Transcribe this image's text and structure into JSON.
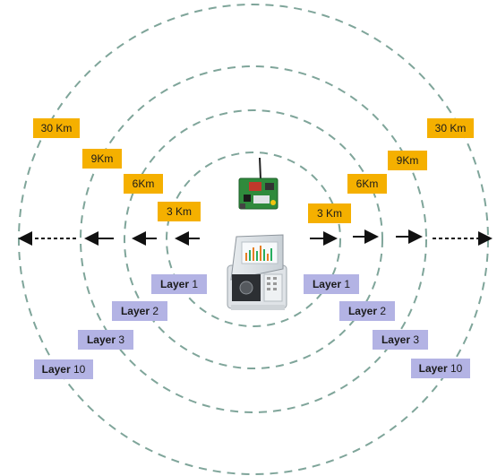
{
  "colors": {
    "ring": "#7fa59a",
    "distance_tag": "#f5b000",
    "layer_tag": "#b3b3e4",
    "arrow": "#111111"
  },
  "icons": {
    "gateway": "gsm-module-board-icon",
    "controller": "irrigation-controller-device-icon"
  },
  "distances": {
    "r1": "3 Km",
    "r2": "6Km",
    "r3": "9Km",
    "r4": "30 Km"
  },
  "layers": {
    "l1": {
      "word": "Layer",
      "num": "1"
    },
    "l2": {
      "word": "Layer",
      "num": "2"
    },
    "l3": {
      "word": "Layer",
      "num": "3"
    },
    "l10": {
      "word": "Layer",
      "num": "10"
    }
  }
}
